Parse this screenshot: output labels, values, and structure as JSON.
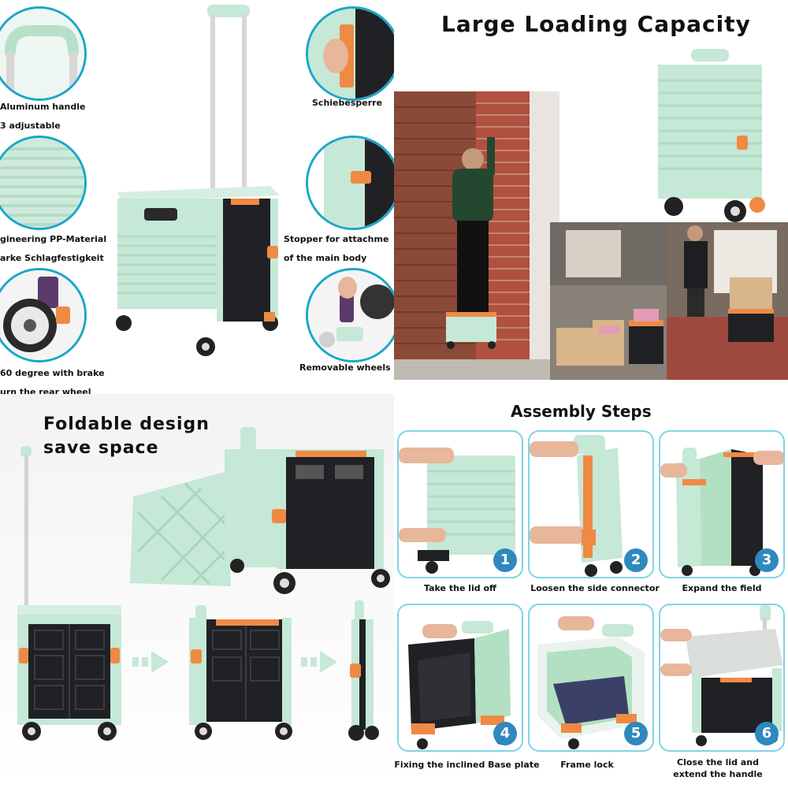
{
  "colors": {
    "mint": "#c6e8d6",
    "mint_dark": "#a9d6bd",
    "black_panel": "#202124",
    "orange": "#ef8a44",
    "circle_border": "#1aa7c8",
    "step_border": "#7fd3e6",
    "badge": "#2f88bf"
  },
  "features": {
    "callouts": [
      {
        "lines": [
          "Aluminum handle",
          "3 adjustable"
        ]
      },
      {
        "lines": [
          "Schiebesperre"
        ]
      },
      {
        "lines": [
          "gineering PP-Material",
          "arke Schlagfestigkeit"
        ]
      },
      {
        "lines": [
          "Stopper for attachme",
          "of the main body"
        ]
      },
      {
        "lines": [
          "60 degree with brake",
          "urn the rear wheel"
        ]
      },
      {
        "lines": [
          "Removable wheels"
        ]
      }
    ]
  },
  "capacity": {
    "title": "Large Loading Capacity"
  },
  "foldable": {
    "title_line1": "Foldable design",
    "title_line2": "save space"
  },
  "assembly": {
    "title": "Assembly Steps",
    "steps": [
      {
        "number": "1",
        "caption": "Take the lid off"
      },
      {
        "number": "2",
        "caption": "Loosen the side connector"
      },
      {
        "number": "3",
        "caption": "Expand the field"
      },
      {
        "number": "4",
        "caption": "Fixing the inclined Base plate"
      },
      {
        "number": "5",
        "caption": "Frame lock"
      },
      {
        "number": "6",
        "caption": "Close the lid and",
        "caption2": "extend the handle"
      }
    ]
  }
}
